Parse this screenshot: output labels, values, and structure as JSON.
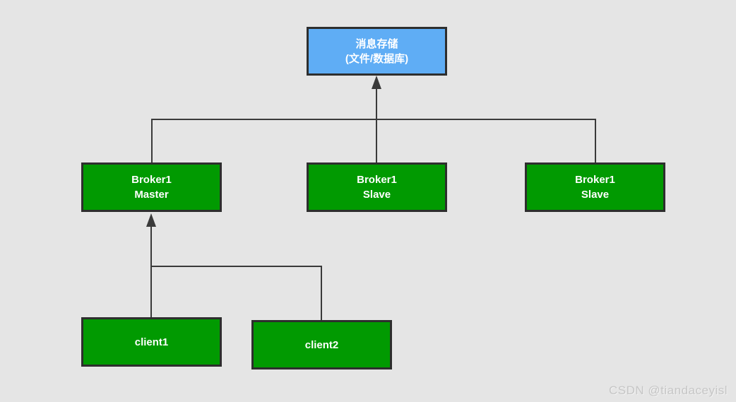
{
  "diagram": {
    "title_hint": "message-storage-broker-client-architecture",
    "nodes": [
      {
        "id": "storage",
        "lines": [
          "消息存储",
          "(文件/数据库)"
        ],
        "fill": "#5fadf5"
      },
      {
        "id": "broker-master",
        "lines": [
          "Broker1",
          "Master"
        ],
        "fill": "#019a01"
      },
      {
        "id": "broker-slave-1",
        "lines": [
          "Broker1",
          "Slave"
        ],
        "fill": "#019a01"
      },
      {
        "id": "broker-slave-2",
        "lines": [
          "Broker1",
          "Slave"
        ],
        "fill": "#019a01"
      },
      {
        "id": "client1",
        "lines": [
          "client1"
        ],
        "fill": "#019a01"
      },
      {
        "id": "client2",
        "lines": [
          "client2"
        ],
        "fill": "#019a01"
      }
    ],
    "edges": [
      {
        "from": "broker-slave-1",
        "to": "storage",
        "arrow": "to"
      },
      {
        "from": "broker-master",
        "to": "storage",
        "arrow": "none",
        "via": "shared-horizontal-bus"
      },
      {
        "from": "broker-slave-2",
        "to": "storage",
        "arrow": "none",
        "via": "shared-horizontal-bus"
      },
      {
        "from": "client1",
        "to": "broker-master",
        "arrow": "to"
      },
      {
        "from": "client2",
        "to": "broker-master",
        "arrow": "none",
        "via": "client-horizontal-bus"
      }
    ],
    "colors": {
      "background": "#e5e5e5",
      "storage_fill": "#5fadf5",
      "node_fill": "#019a01",
      "border": "#2e2e2e",
      "line": "#3a3a3a",
      "text": "#ffffff",
      "watermark": "#c6c6c6"
    }
  },
  "watermark": {
    "text": "CSDN @tiandaceyisl"
  }
}
